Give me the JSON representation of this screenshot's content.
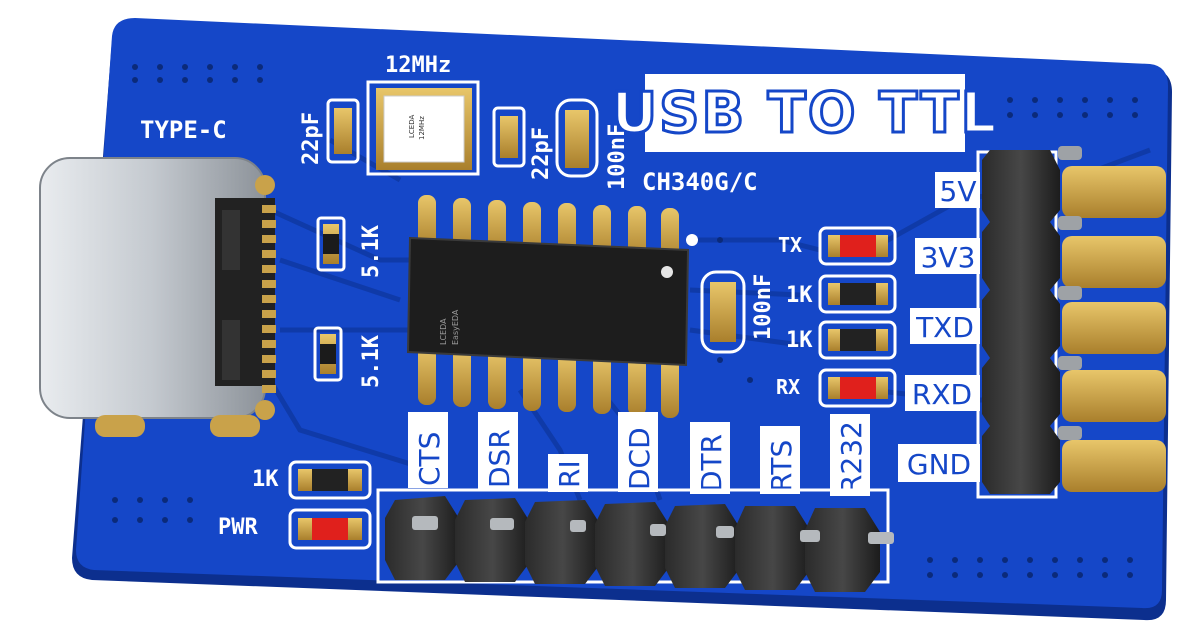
{
  "board": {
    "title": "USB TO TTL",
    "chip": "CH340G/C",
    "crystal": "12MHz",
    "connector": "TYPE-C",
    "ic_marking": [
      "LCEDA",
      "EasyEDA"
    ],
    "xtal_marking": [
      "LCEDA",
      "12MHz"
    ]
  },
  "caps": {
    "c1": "22pF",
    "c2": "22pF",
    "c3": "100nF",
    "c4": "100nF"
  },
  "resistors": {
    "cc1": "5.1K",
    "cc2": "5.1K",
    "pwr_r": "1K",
    "tx_r": "1K",
    "rx_r": "1K"
  },
  "leds": {
    "tx": "TX",
    "rx": "RX",
    "pwr": "PWR"
  },
  "power_pins": [
    "5V",
    "3V3",
    "TXD",
    "RXD",
    "GND"
  ],
  "signal_pins": [
    "CTS",
    "DSR",
    "RI",
    "DCD",
    "DTR",
    "RTS",
    "R232"
  ],
  "colors": {
    "pcb": "#1547c8",
    "pcb_edge": "#0c2f8e",
    "gold": "#c9a24a",
    "silkscreen": "#ffffff",
    "led_red": "#e0201c"
  }
}
